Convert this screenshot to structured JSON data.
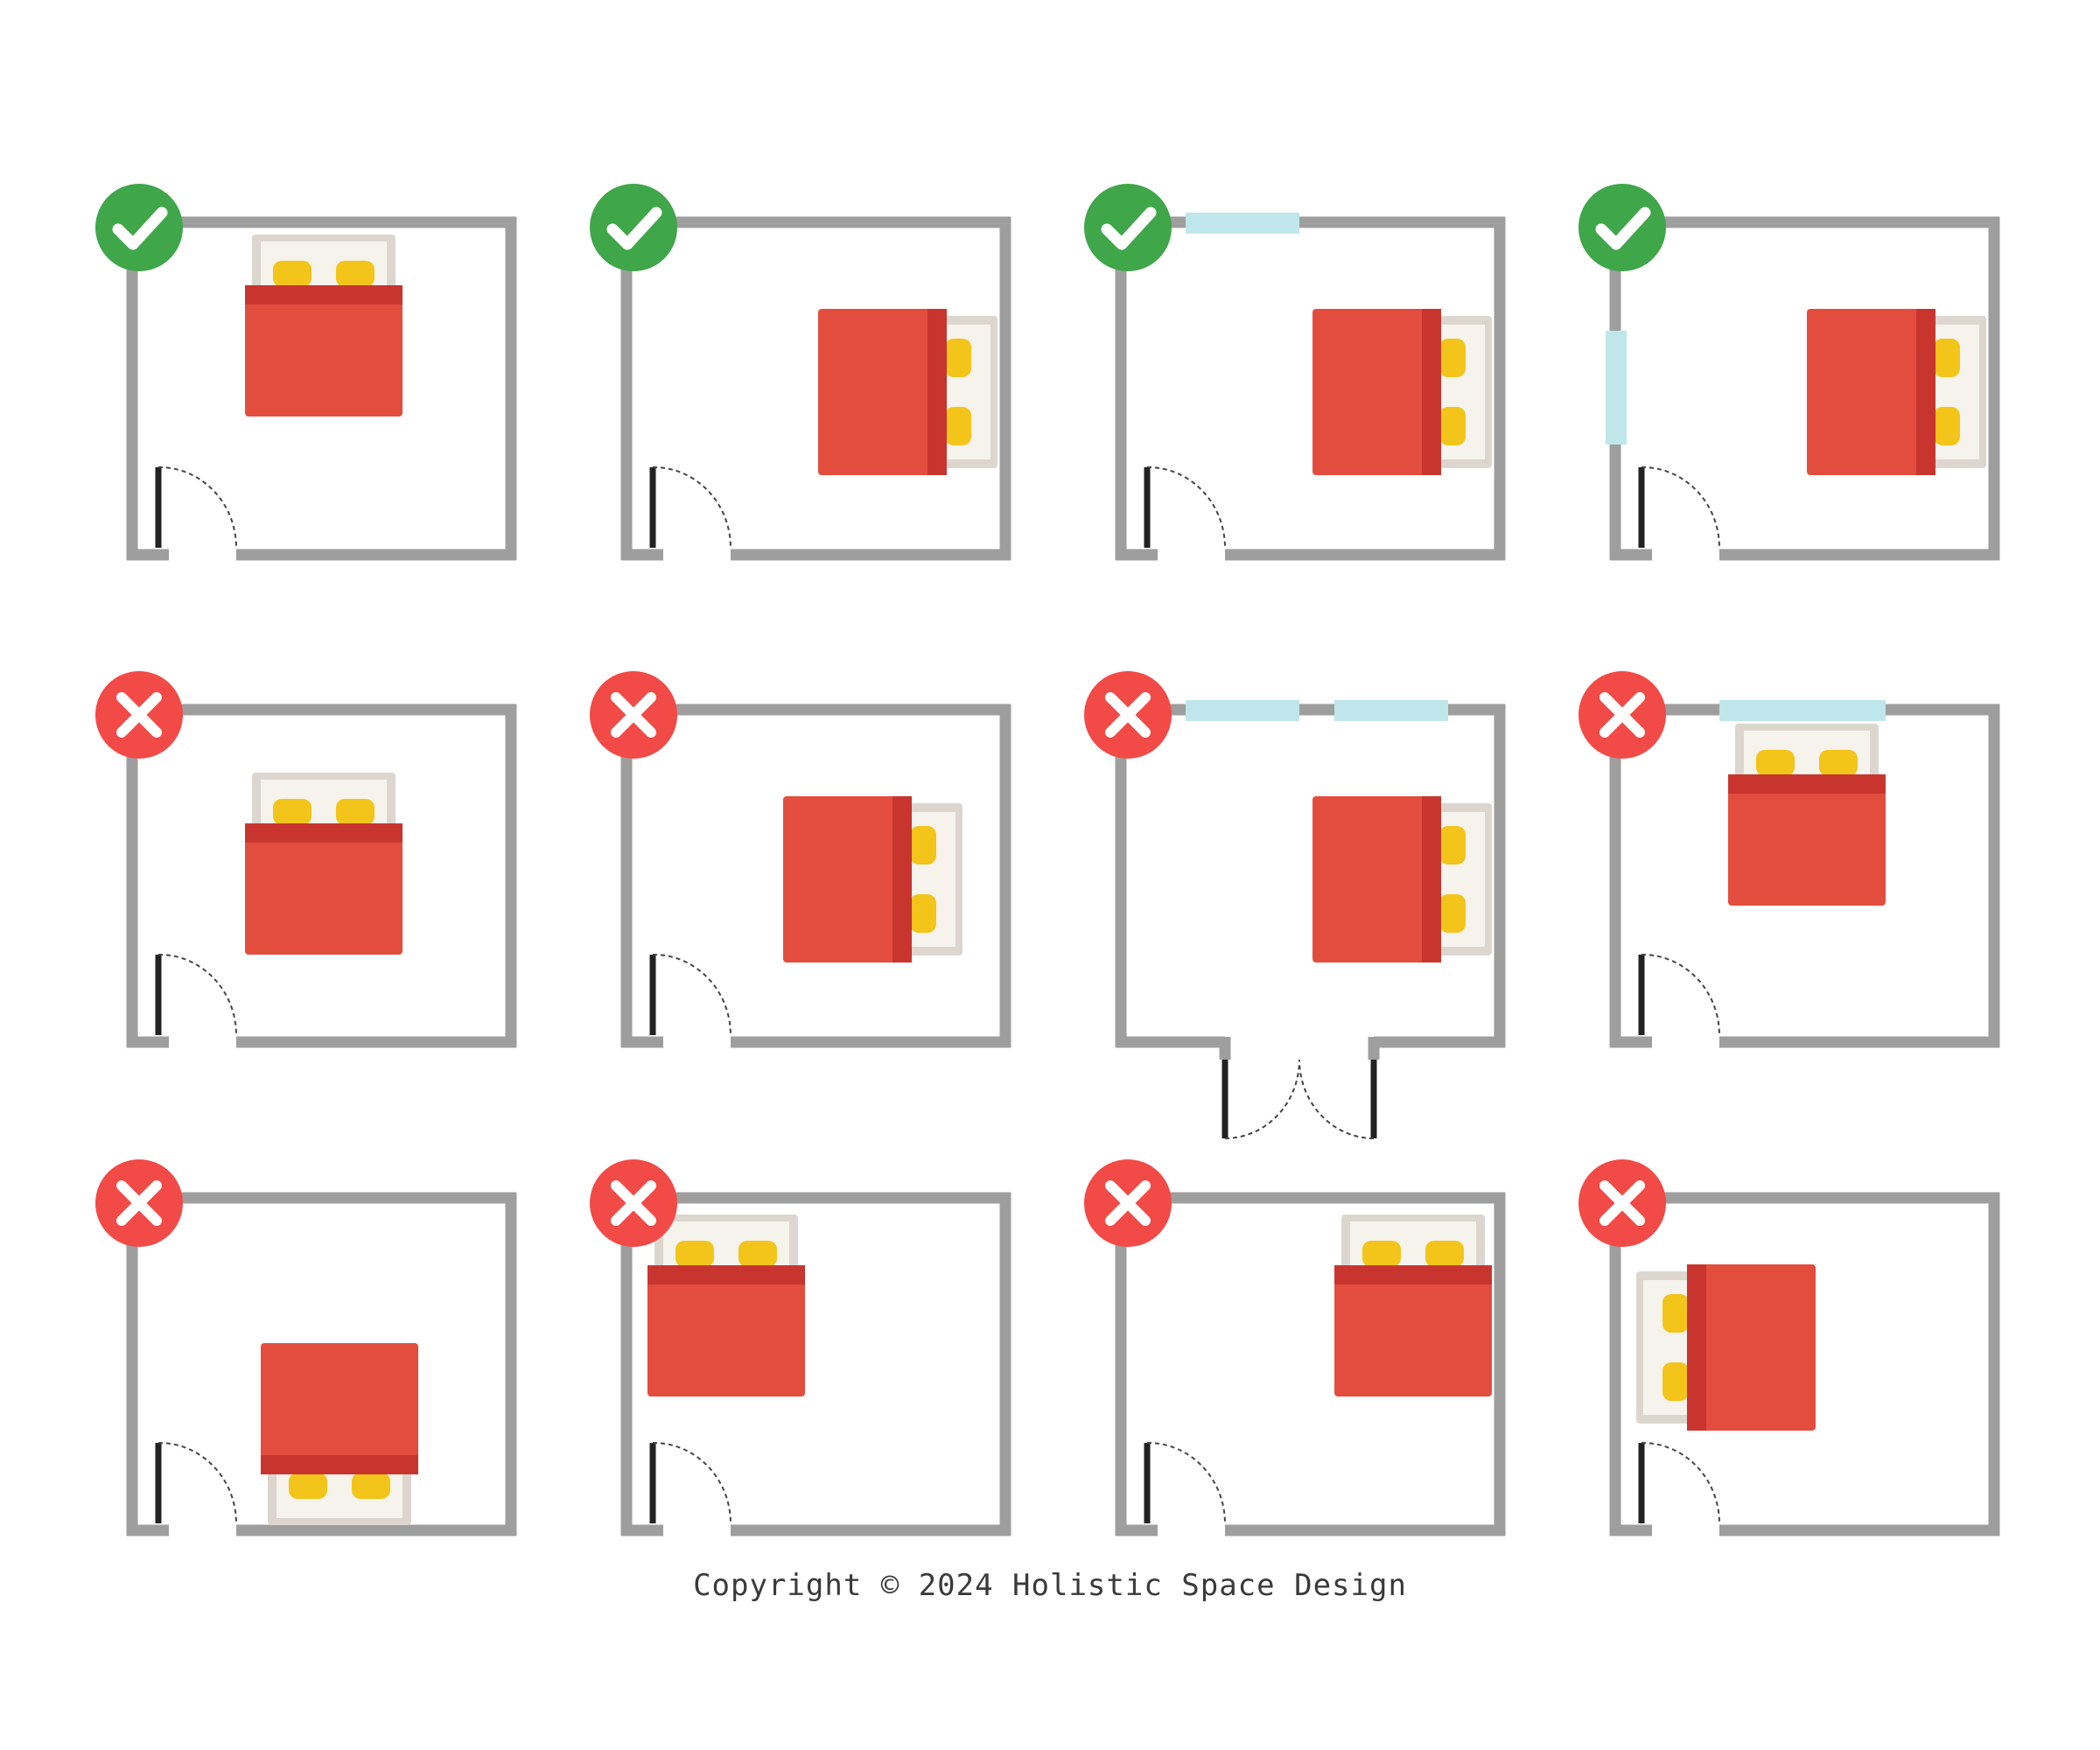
{
  "footer": {
    "copyright": "Copyright © 2024 Holistic Space Design"
  },
  "colors": {
    "wall": "#9e9e9e",
    "window": "#bfe6ea",
    "door_leaf": "#222222",
    "bed": "#e34d3d",
    "bed_dark": "#c8352e",
    "headboard": "#ddd6cf",
    "pillow": "#f3c419",
    "good": "#3fa64a",
    "bad": "#f24a46"
  },
  "rooms": [
    {
      "name": "room-1",
      "verdict": "good",
      "bed": "top-center-headboard-top",
      "door": "bottom-left",
      "windows": []
    },
    {
      "name": "room-2",
      "verdict": "good",
      "bed": "right-headboard-right",
      "door": "bottom-left",
      "windows": []
    },
    {
      "name": "room-3",
      "verdict": "good",
      "bed": "right-headboard-right",
      "door": "bottom-left",
      "windows": [
        "top-left"
      ]
    },
    {
      "name": "room-4",
      "verdict": "good",
      "bed": "right-headboard-right",
      "door": "bottom-left",
      "windows": [
        "left"
      ]
    },
    {
      "name": "room-5",
      "verdict": "bad",
      "bed": "center-headboard-top-floating",
      "door": "bottom-left",
      "windows": []
    },
    {
      "name": "room-6",
      "verdict": "bad",
      "bed": "center-headboard-right-floating",
      "door": "bottom-left",
      "windows": []
    },
    {
      "name": "room-7",
      "verdict": "bad",
      "bed": "right-headboard-right",
      "door": "bottom-double",
      "windows": [
        "top-left",
        "top-right"
      ]
    },
    {
      "name": "room-8",
      "verdict": "bad",
      "bed": "top-headboard-under-window",
      "door": "bottom-left",
      "windows": [
        "top"
      ]
    },
    {
      "name": "room-9",
      "verdict": "bad",
      "bed": "bottom-headboard-bottom",
      "door": "bottom-left",
      "windows": []
    },
    {
      "name": "room-10",
      "verdict": "bad",
      "bed": "top-left-headboard-top",
      "door": "bottom-left",
      "windows": []
    },
    {
      "name": "room-11",
      "verdict": "bad",
      "bed": "top-right-headboard-top",
      "door": "bottom-left",
      "windows": []
    },
    {
      "name": "room-12",
      "verdict": "bad",
      "bed": "left-headboard-left",
      "door": "bottom-left",
      "windows": []
    }
  ]
}
